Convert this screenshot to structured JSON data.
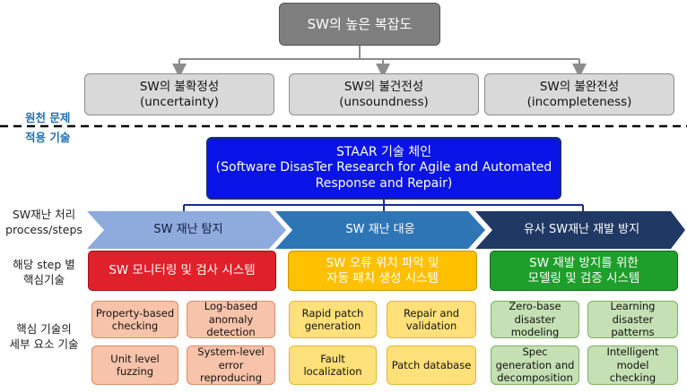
{
  "top": "SW의 높은 복잡도",
  "problems": [
    {
      "line1": "SW의 불확정성",
      "line2": "(uncertainty)"
    },
    {
      "line1": "SW의 불건전성",
      "line2": "(unsoundness)"
    },
    {
      "line1": "SW의 불완전성",
      "line2": "(incompleteness)"
    }
  ],
  "labels": {
    "source_problem": "원천 문제",
    "applied_tech": "적용 기술",
    "process_1": "SW재난 처리",
    "process_2": "process/steps",
    "core_1": "해당 step 별",
    "core_2": "핵심기술",
    "detail_1": "핵심 기술의",
    "detail_2": "세부 요소 기술"
  },
  "staar": {
    "line1": "STAAR 기술 체인",
    "line2": "(Software DisasTer Research for Agile and Automated",
    "line3": "Response and Repair)"
  },
  "steps": [
    "SW 재난 탐지",
    "SW 재난 대응",
    "유사 SW재난 재발 방지"
  ],
  "core": [
    {
      "line1": "SW 모니터링 및 검사 시스템",
      "line2": ""
    },
    {
      "line1": "SW 오류 위치 파악 및",
      "line2": "자동 패치 생성 시스템"
    },
    {
      "line1": "SW 재발 방지를 위한",
      "line2": "모델링 및 검증 시스템"
    }
  ],
  "elements": {
    "red": [
      [
        "Property-based",
        "checking"
      ],
      [
        "Log-based",
        "anomaly",
        "detection"
      ],
      [
        "Unit level",
        "fuzzing"
      ],
      [
        "System-level",
        "error",
        "reproducing"
      ]
    ],
    "yellow": [
      [
        "Rapid patch",
        "generation"
      ],
      [
        "Repair and",
        "validation"
      ],
      [
        "Fault",
        "localization"
      ],
      [
        "Patch database"
      ]
    ],
    "green": [
      [
        "Zero-base",
        "disaster",
        "modeling"
      ],
      [
        "Learning",
        "disaster",
        "patterns"
      ],
      [
        "Spec",
        "generation and",
        "decomposition"
      ],
      [
        "Intelligent",
        "model",
        "checking"
      ]
    ]
  },
  "colors": {
    "top_box": "#7f7f7f",
    "problem_box": "#d9d9d9",
    "staar_box": "#0a14e8",
    "step_1": "#8faadc",
    "step_2": "#2e75b6",
    "step_3": "#203864",
    "core_red": "#e0202a",
    "core_yellow": "#ffc000",
    "core_green": "#1e9e2a",
    "label_blue": "#1f6fb5"
  }
}
